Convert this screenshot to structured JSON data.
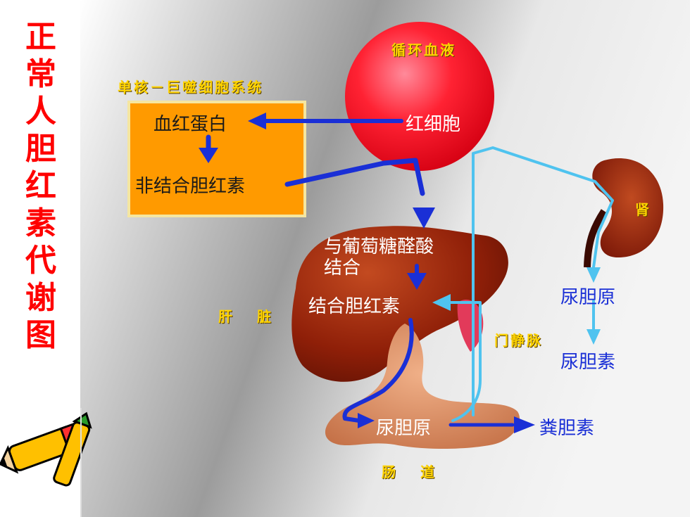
{
  "title_chars": [
    "正",
    "常",
    "人",
    "胆",
    "红",
    "素",
    "代",
    "谢",
    "图"
  ],
  "labels": {
    "circulation": "循环血液",
    "mononuclear_system": "单核－巨噬细胞系统",
    "liver": "肝 脏",
    "portal_vein": "门静脉",
    "kidney": "肾",
    "intestine": "肠 道"
  },
  "nodes": {
    "rbc": "红细胞",
    "hemoglobin": "血红蛋白",
    "unconjugated_bilirubin": "非结合胆红素",
    "glucuronic_binding": "与葡萄糖醛酸结合",
    "glucuronic_line1": "与葡萄糖醛酸",
    "glucuronic_line2": "结合",
    "conjugated_bilirubin": "结合胆红素",
    "urobilinogen_intestine": "尿胆原",
    "stercobilin": "粪胆素",
    "urobilinogen_kidney": "尿胆原",
    "urobilin": "尿胆素"
  },
  "colors": {
    "title": "#ff0000",
    "dark_arrow": "#1a2fd6",
    "light_arrow": "#4fc3ef",
    "box_fill": "#ff9a00",
    "box_border": "#f5e6a0",
    "label_yellow": "#ffd400",
    "organ": "#8f1f08",
    "blood": "#ff1a2a"
  }
}
